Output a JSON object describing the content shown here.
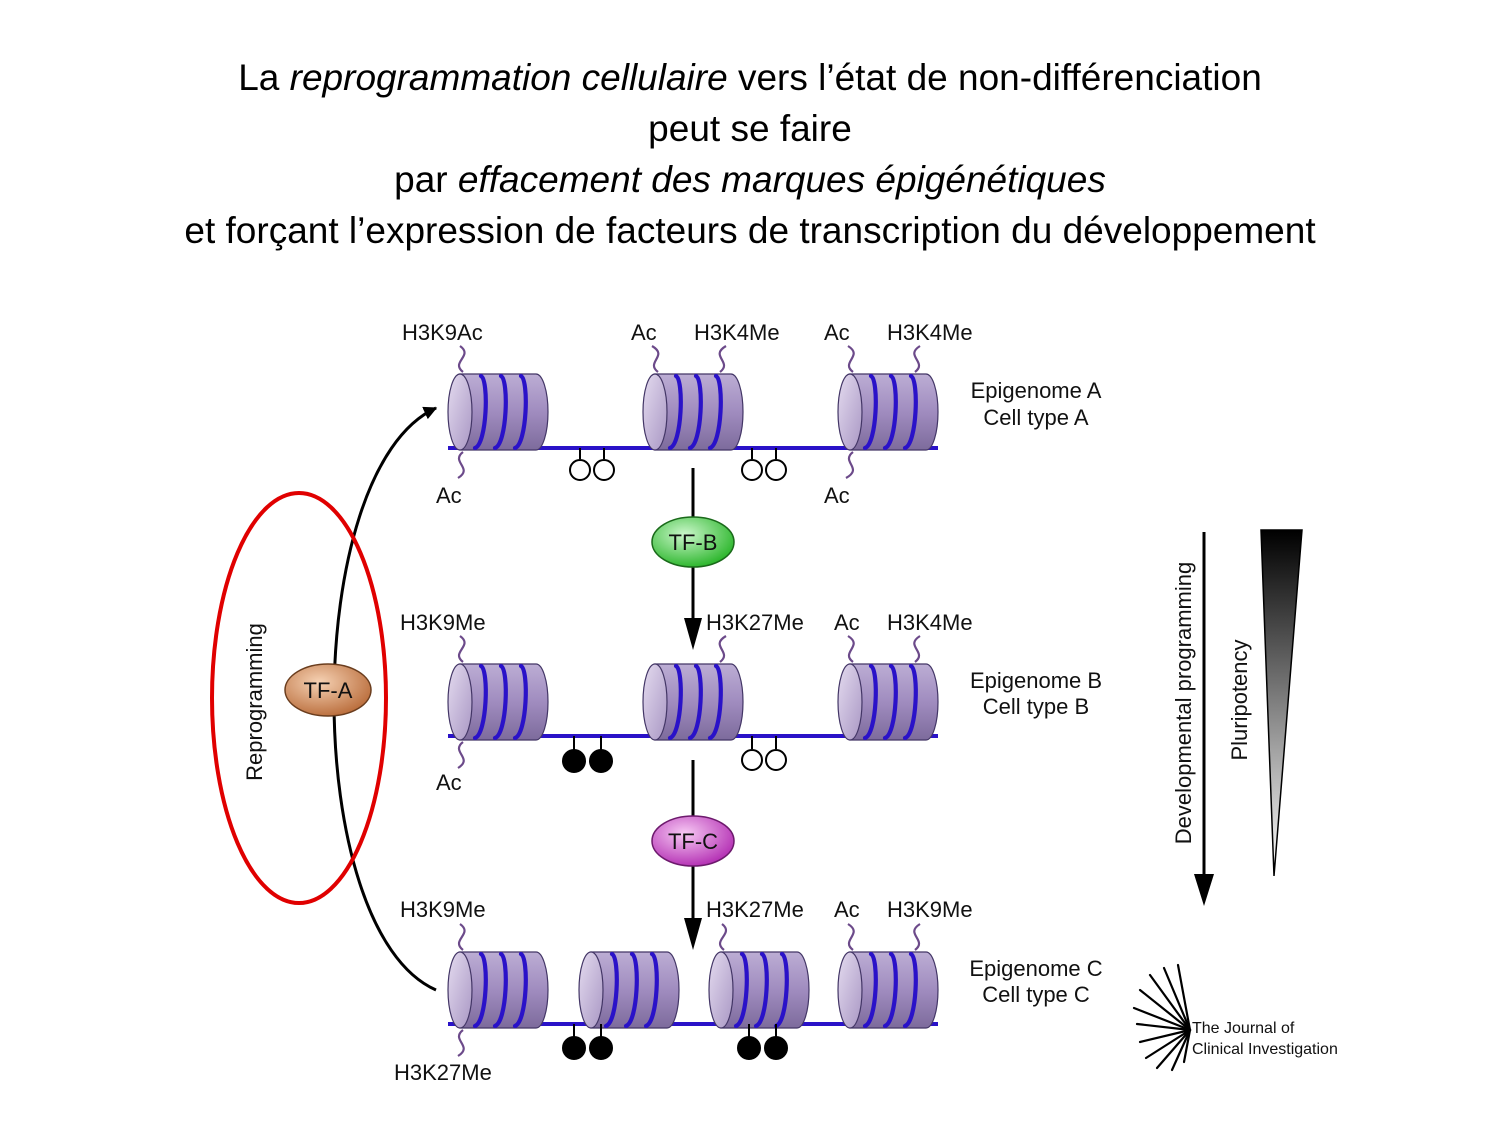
{
  "title": {
    "line1": {
      "pre": "La ",
      "em": "reprogrammation cellulaire",
      "post": " vers l’état de non-différenciation"
    },
    "line2": "peut se faire",
    "line3": {
      "pre": "par ",
      "em": "effacement des marques épigénétiques"
    },
    "line4": "et forçant l’expression de facteurs de transcription du développement"
  },
  "epigenome_a": {
    "name": "Epigenome A",
    "cell": "Cell type A",
    "marks": {
      "n1_top": "H3K9Ac",
      "n1_bottom": "Ac",
      "n2_top_left": "Ac",
      "n2_top_right": "H3K4Me",
      "n3_top_left": "Ac",
      "n3_top_right": "H3K4Me",
      "n3_bottom": "Ac"
    }
  },
  "epigenome_b": {
    "name": "Epigenome B",
    "cell": "Cell type B",
    "marks": {
      "n1_top": "H3K9Me",
      "n1_bottom": "Ac",
      "n2_top": "H3K27Me",
      "n3_top_left": "Ac",
      "n3_top_right": "H3K4Me"
    }
  },
  "epigenome_c": {
    "name": "Epigenome C",
    "cell": "Cell type C",
    "marks": {
      "n1_top": "H3K9Me",
      "n1_bottom": "H3K27Me",
      "n3_top": "H3K27Me",
      "n4_top_left": "Ac",
      "n4_top_right": "H3K9Me"
    }
  },
  "factors": {
    "tf_a": "TF-A",
    "tf_b": "TF-B",
    "tf_c": "TF-C"
  },
  "labels": {
    "reprogramming": "Reprogramming",
    "developmental": "Developmental programming",
    "pluripotency": "Pluripotency"
  },
  "logo": {
    "line1": "The Journal of",
    "line2": "Clinical Investigation"
  },
  "colors": {
    "nucleosome_face": "#c9bcd9",
    "nucleosome_body": "#a390bd",
    "dna": "#2a12c8",
    "tail": "#6c4a8a",
    "tf_a": "#c87a48",
    "tf_b": "#2ec52e",
    "tf_c": "#c032c0",
    "highlight_ellipse": "#e00000"
  }
}
